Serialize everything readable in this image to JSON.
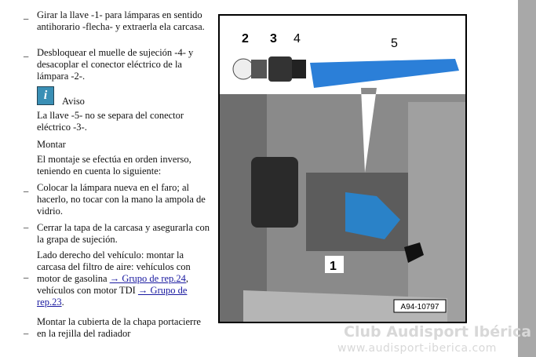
{
  "steps_removal": [
    {
      "dash": "_",
      "text": "Girar la llave -1- para lámparas en sentido antihorario -flecha- y extraerla ela carcasa."
    },
    {
      "dash": "_",
      "text": "Desbloquear el muelle de sujeción -4- y desacoplar el conector eléctrico de la lámpara -2-."
    }
  ],
  "notice": {
    "icon": "info-icon",
    "title": "Aviso",
    "text": "La llave -5- no se separa del conector eléctrico -3-."
  },
  "install": {
    "heading": "Montar",
    "intro": "El montaje se efectúa en orden inverso, teniendo en cuenta lo siguiente:"
  },
  "steps_install": [
    {
      "dash": "_",
      "text": "Colocar la lámpara nueva en el faro; al hacerlo, no tocar con la mano la ampola de vidrio."
    },
    {
      "dash": "–",
      "text": "Cerrar la tapa de la carcasa y asegurarla con la grapa de sujeción."
    },
    {
      "dash": "_",
      "text_a": "Lado derecho del vehículo: montar la carcasa del filtro de aire: vehículos con motor de gasolina ",
      "link1": "→ Grupo de rep.24",
      "text_b": ", vehículos con motor TDI ",
      "link2": "→ Grupo de rep.23",
      "text_c": "."
    },
    {
      "dash": "–",
      "text": "Montar la cubierta de la chapa portacierre en la rejilla del radiador"
    }
  ],
  "figure": {
    "labels": [
      "1",
      "2",
      "3",
      "4",
      "5"
    ],
    "code": "A94-10797"
  },
  "watermark": {
    "line1": "Club Audisport Ibérica",
    "line2": "www.audisport-iberica.com"
  }
}
